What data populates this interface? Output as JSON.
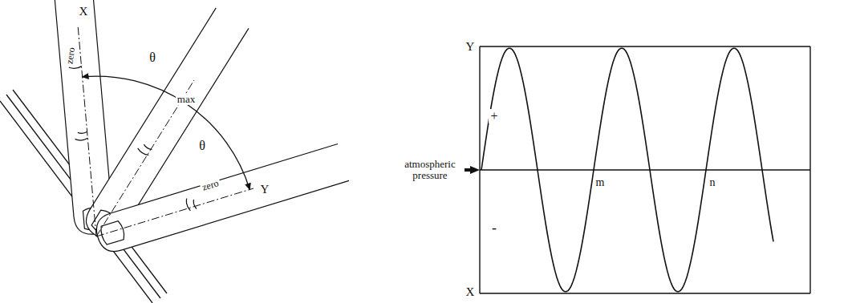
{
  "diagram": {
    "labels": [
      "X",
      "zero",
      "θ",
      "max",
      "θ",
      "zero",
      "Y",
      "Y",
      "+",
      "atmospheric pressure",
      "-",
      "m",
      "n",
      "X"
    ]
  }
}
